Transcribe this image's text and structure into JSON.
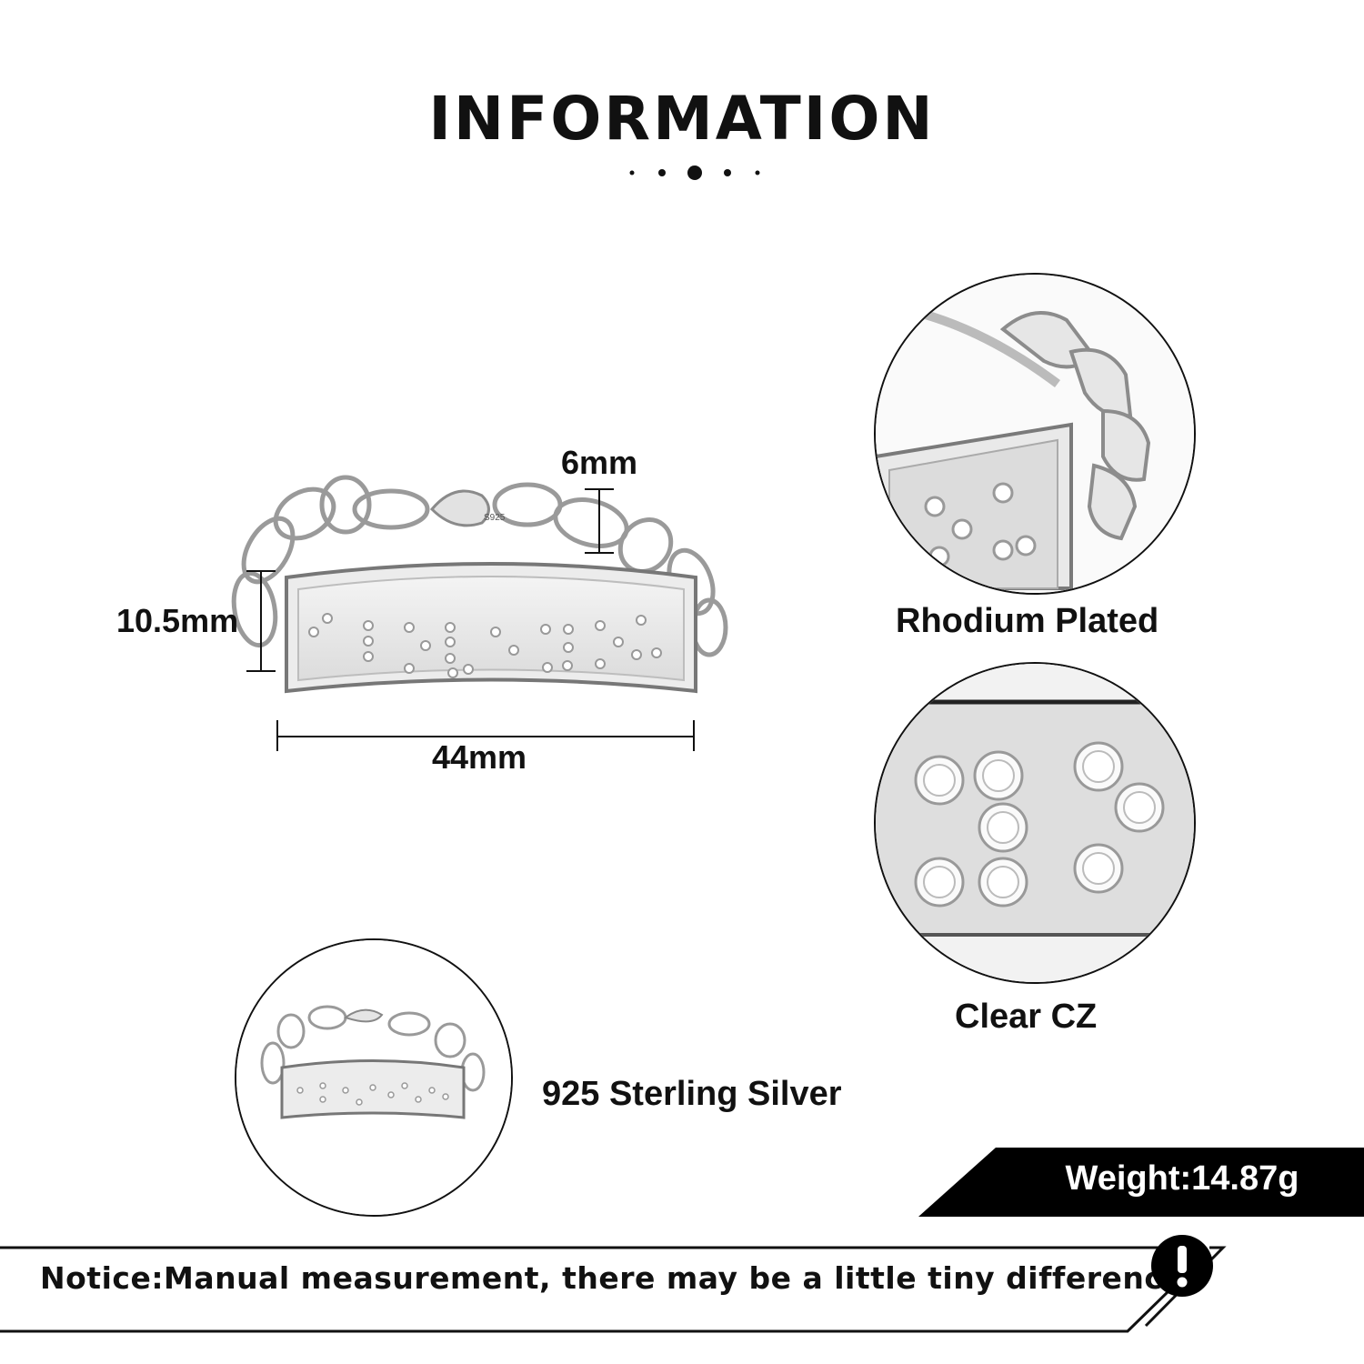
{
  "header": {
    "title": "INFORMATION"
  },
  "dimensions": {
    "width": "44mm",
    "height": "10.5mm",
    "chain_width": "6mm"
  },
  "features": [
    {
      "label": "Rhodium Plated",
      "icon": "chain-closeup-image"
    },
    {
      "label": "Clear CZ",
      "icon": "stones-closeup-image"
    },
    {
      "label": "925 Sterling Silver",
      "icon": "bracelet-thumbnail-image"
    }
  ],
  "weight": {
    "text": "Weight:14.87g"
  },
  "notice": {
    "text": "Notice:Manual measurement, there may be a little tiny difference.",
    "icon": "exclamation-icon"
  },
  "product": {
    "stamp": "S925"
  },
  "colors": {
    "ink": "#111111",
    "silver": "#d9d9d9",
    "background": "#ffffff"
  }
}
